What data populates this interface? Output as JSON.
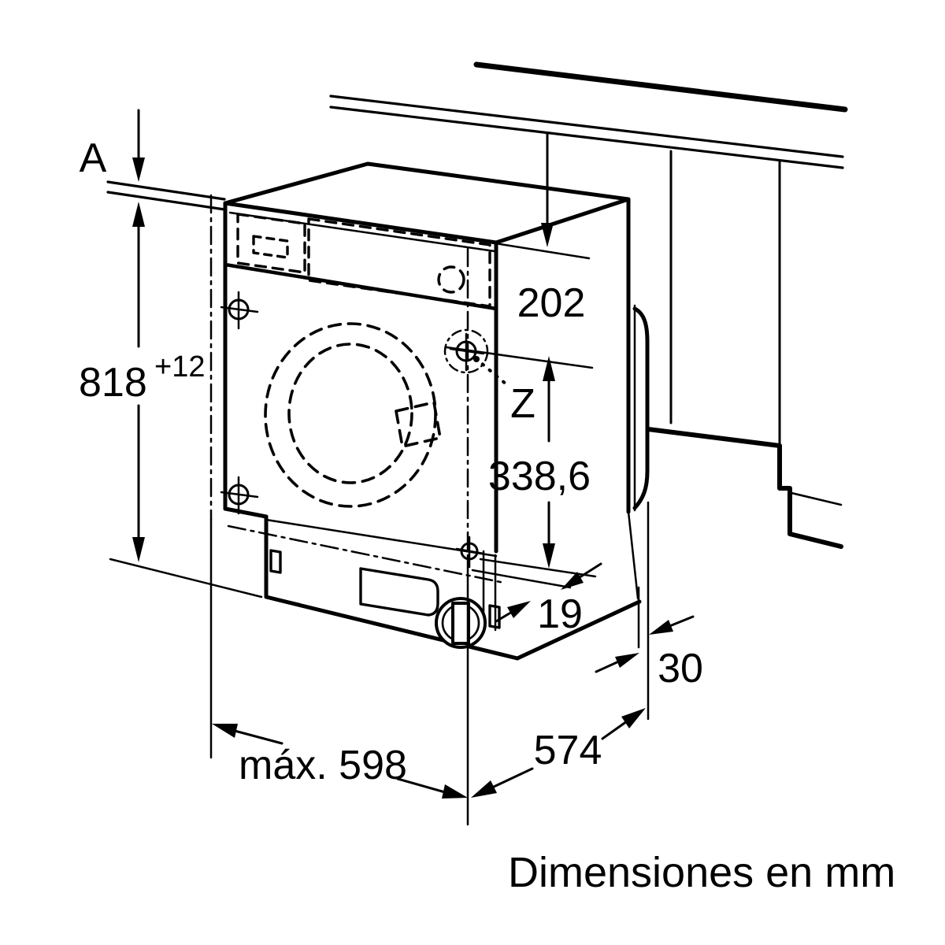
{
  "diagram": {
    "caption": "Dimensiones en mm",
    "labels": {
      "worktop": "A",
      "niche_height_value": "818",
      "niche_height_tolerance": "+12",
      "top_clearance": "202",
      "hinge_label": "Z",
      "hinge_offset": "338,6",
      "plinth_recess": "19",
      "front_gap": "30",
      "max_width": "máx. 598",
      "depth": "574"
    },
    "colors": {
      "line": "#000000",
      "background": "#ffffff"
    }
  }
}
